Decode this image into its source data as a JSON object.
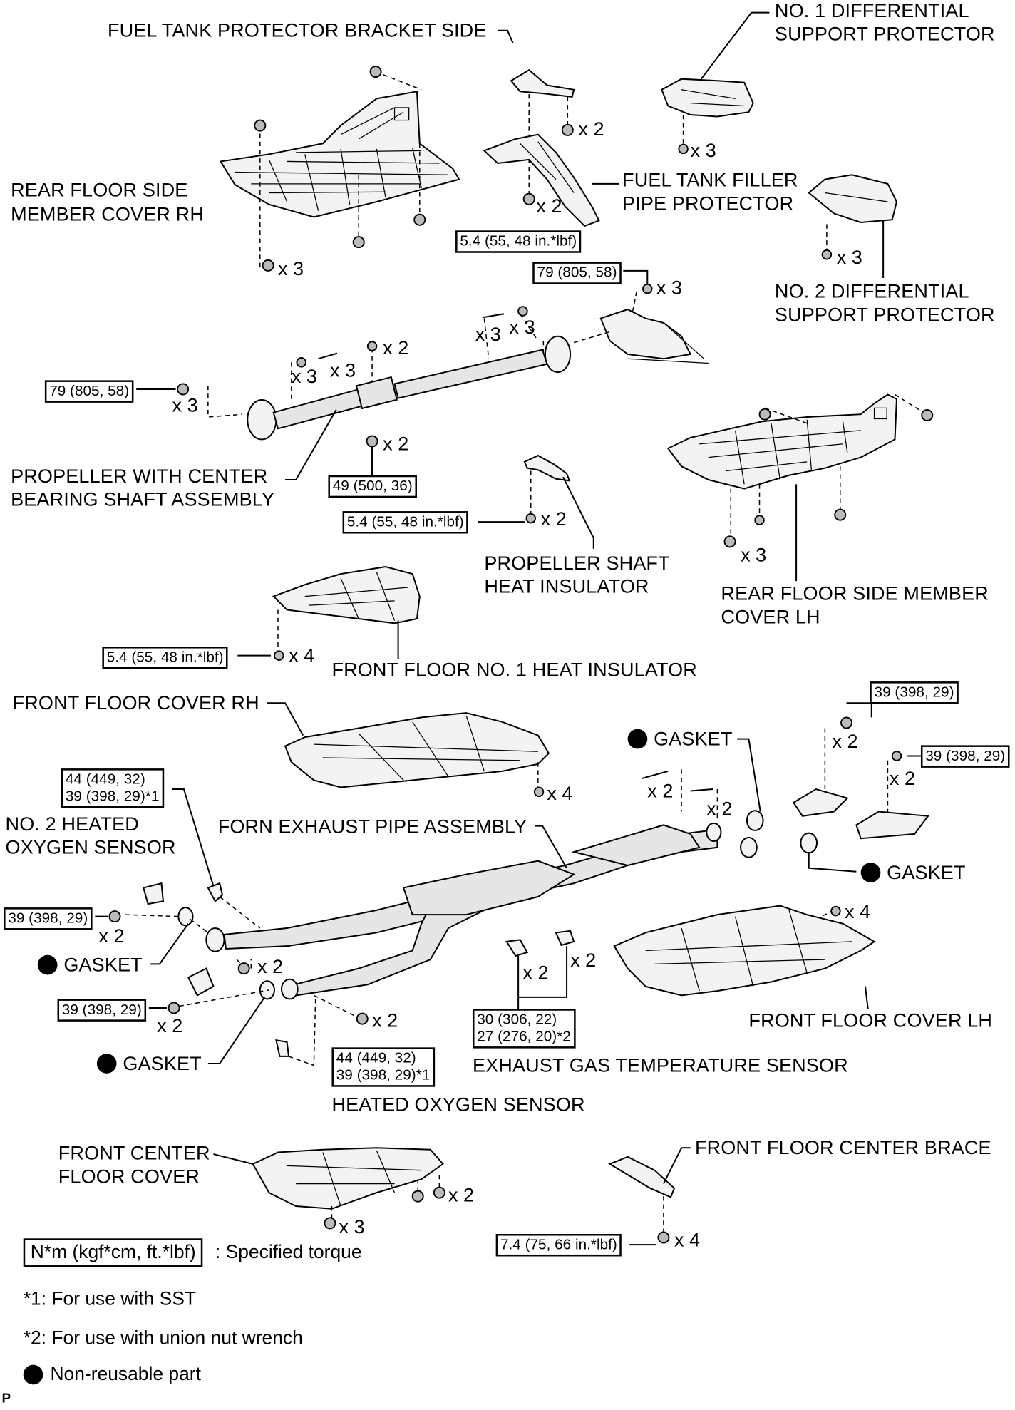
{
  "labels": {
    "fuel_tank_protector_bracket_side": "FUEL TANK PROTECTOR BRACKET SIDE",
    "no1_diff_support_protector_l1": "NO. 1 DIFFERENTIAL",
    "no1_diff_support_protector_l2": "SUPPORT PROTECTOR",
    "rear_floor_side_member_cover_rh_l1": "REAR FLOOR SIDE",
    "rear_floor_side_member_cover_rh_l2": "MEMBER COVER RH",
    "fuel_tank_filler_pipe_protector_l1": "FUEL TANK FILLER",
    "fuel_tank_filler_pipe_protector_l2": "PIPE PROTECTOR",
    "no2_diff_support_protector_l1": "NO. 2 DIFFERENTIAL",
    "no2_diff_support_protector_l2": "SUPPORT PROTECTOR",
    "propeller_shaft_assembly_l1": "PROPELLER WITH CENTER",
    "propeller_shaft_assembly_l2": "BEARING SHAFT ASSEMBLY",
    "propeller_shaft_heat_insulator_l1": "PROPELLER SHAFT",
    "propeller_shaft_heat_insulator_l2": "HEAT INSULATOR",
    "rear_floor_side_member_cover_lh_l1": "REAR FLOOR SIDE MEMBER",
    "rear_floor_side_member_cover_lh_l2": "COVER LH",
    "front_floor_no1_heat_insulator": "FRONT FLOOR NO. 1 HEAT INSULATOR",
    "front_floor_cover_rh": "FRONT FLOOR COVER RH",
    "gasket_1": "GASKET",
    "no2_heated_oxygen_sensor_l1": "NO. 2 HEATED",
    "no2_heated_oxygen_sensor_l2": "OXYGEN SENSOR",
    "front_exhaust_pipe_assembly": "FORN EXHAUST PIPE ASSEMBLY",
    "gasket_2": "GASKET",
    "gasket_3": "GASKET",
    "gasket_4": "GASKET",
    "front_floor_cover_lh": "FRONT FLOOR COVER LH",
    "exhaust_gas_temperature_sensor": "EXHAUST GAS TEMPERATURE SENSOR",
    "heated_oxygen_sensor": "HEATED OXYGEN SENSOR",
    "front_center_floor_cover_l1": "FRONT CENTER",
    "front_center_floor_cover_l2": "FLOOR COVER",
    "front_floor_center_brace": "FRONT FLOOR CENTER BRACE"
  },
  "quantities": {
    "x2": "x 2",
    "x3": "x 3",
    "x4": "x 4"
  },
  "torque": {
    "t_54": "5.4 (55, 48 in.*lbf)",
    "t_79": "79 (805, 58)",
    "t_49": "49 (500, 36)",
    "t_39": "39 (398, 29)",
    "t_44": "44 (449, 32)",
    "t_39_sst": "39 (398, 29)*1",
    "t_30": "30 (306, 22)",
    "t_27_union": "27 (276, 20)*2",
    "t_74": "7.4 (75, 66 in.*lbf)"
  },
  "legend": {
    "unit_box": "N*m (kgf*cm, ft.*lbf)",
    "unit_desc": ": Specified torque",
    "note1": "*1: For use with SST",
    "note2": "*2: For use with union nut wrench",
    "non_reusable": "Non-reusable part"
  },
  "corner_mark": "P",
  "colors": {
    "ink": "#000000",
    "paper": "#ffffff",
    "part_fill": "#f3f3f3"
  }
}
